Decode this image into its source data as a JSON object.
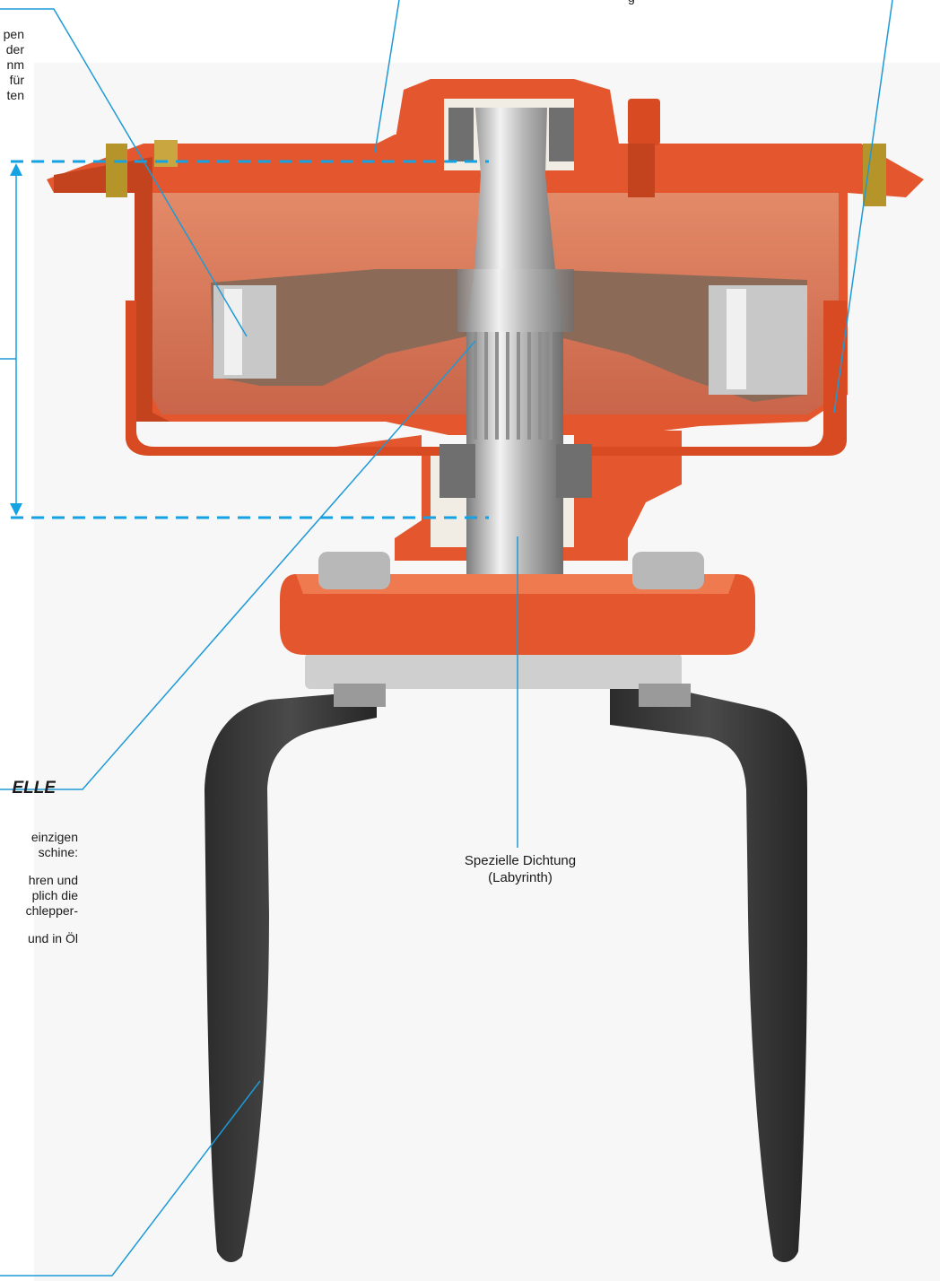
{
  "colors": {
    "callout": "#1d9ad6",
    "dashed": "#15a2e2",
    "housing": "#e4572e",
    "housing_dark": "#b83a1a",
    "housing_cut": "#ef8a6a",
    "blade": "#3a3a3a",
    "steel": "#c8c8c8",
    "white_cut": "#f1ece4"
  },
  "top_note_lines": [
    "pen",
    "der",
    "nm",
    "für",
    "ten"
  ],
  "top_cut_text": "g",
  "section_heading": "ELLE",
  "body_lines": [
    "einzigen",
    "schine:",
    "",
    "hren und",
    "plich die",
    "chlepper-",
    "",
    "und in Öl"
  ],
  "seal_label": [
    "Spezielle Dichtung",
    "(Labyrinth)"
  ]
}
